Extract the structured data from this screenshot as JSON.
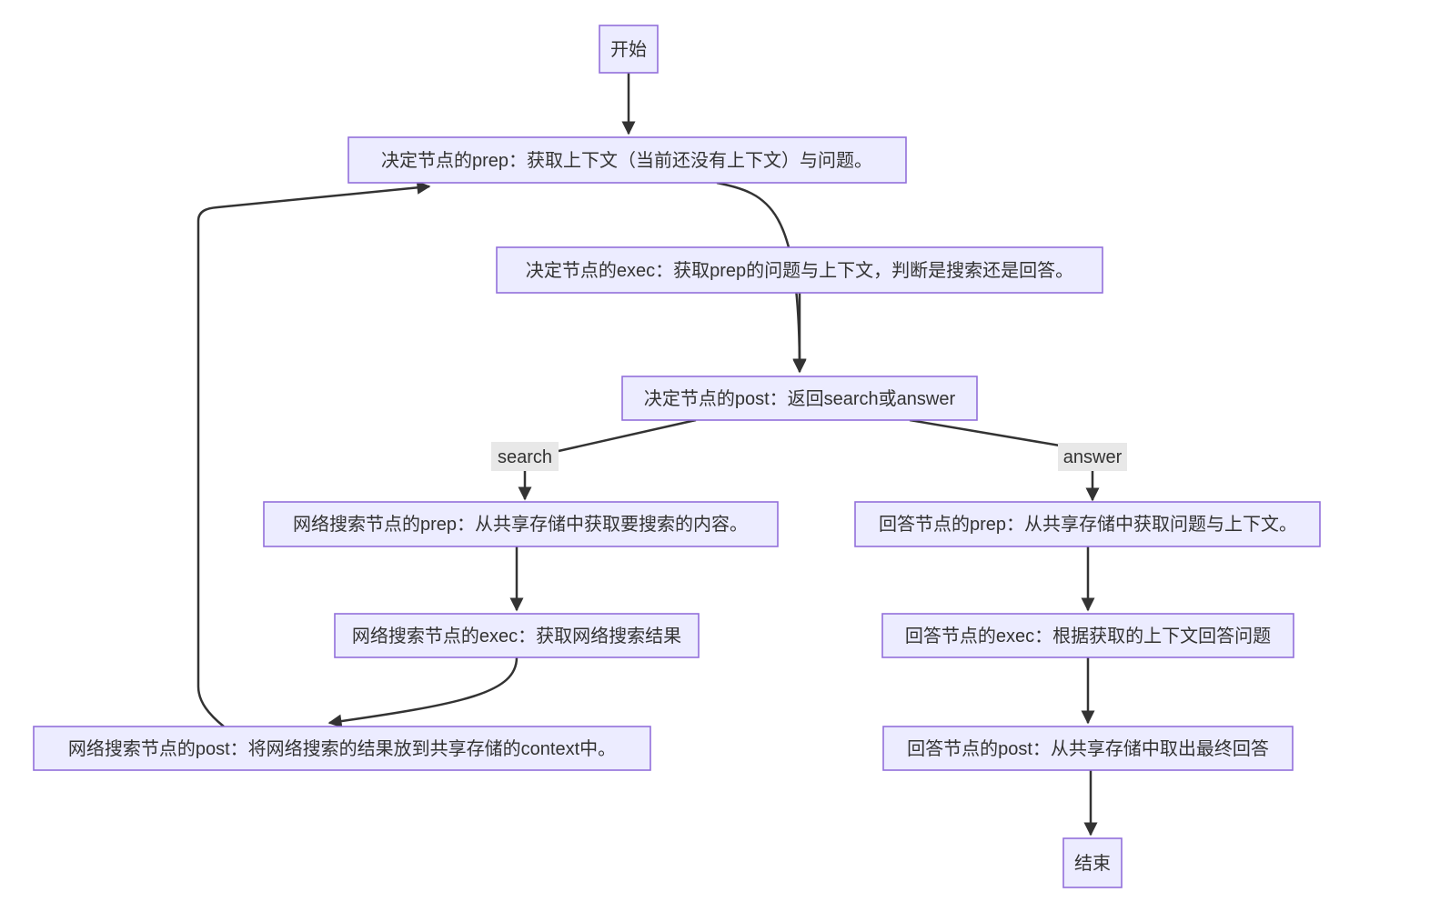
{
  "diagram": {
    "type": "flowchart",
    "direction": "top-down",
    "colors": {
      "background": "#ffffff",
      "node_fill": "#ECECFF",
      "node_border": "#9370DB",
      "node_text": "#333333",
      "edge_line": "#333333",
      "edge_label_bg": "#e8e8e8",
      "edge_label_text": "#333333"
    },
    "nodes": {
      "start": "开始",
      "decide_prep": "决定节点的prep：获取上下文（当前还没有上下文）与问题。",
      "decide_exec": "决定节点的exec：获取prep的问题与上下文，判断是搜索还是回答。",
      "decide_post": "决定节点的post：返回search或answer",
      "search_prep": "网络搜索节点的prep：从共享存储中获取要搜索的内容。",
      "search_exec": "网络搜索节点的exec：获取网络搜索结果",
      "search_post": "网络搜索节点的post：将网络搜索的结果放到共享存储的context中。",
      "answer_prep": "回答节点的prep：从共享存储中获取问题与上下文。",
      "answer_exec": "回答节点的exec：根据获取的上下文回答问题",
      "answer_post": "回答节点的post：从共享存储中取出最终回答",
      "end": "结束"
    },
    "edge_labels": {
      "search": "search",
      "answer": "answer"
    },
    "edges": [
      {
        "from": "start",
        "to": "decide_prep",
        "label": ""
      },
      {
        "from": "decide_prep",
        "to": "decide_exec",
        "label": ""
      },
      {
        "from": "decide_exec",
        "to": "decide_post",
        "label": ""
      },
      {
        "from": "decide_post",
        "to": "search_prep",
        "label": "search"
      },
      {
        "from": "decide_post",
        "to": "answer_prep",
        "label": "answer"
      },
      {
        "from": "search_prep",
        "to": "search_exec",
        "label": ""
      },
      {
        "from": "search_exec",
        "to": "search_post",
        "label": ""
      },
      {
        "from": "search_post",
        "to": "decide_prep",
        "label": ""
      },
      {
        "from": "answer_prep",
        "to": "answer_exec",
        "label": ""
      },
      {
        "from": "answer_exec",
        "to": "answer_post",
        "label": ""
      },
      {
        "from": "answer_post",
        "to": "end",
        "label": ""
      }
    ]
  }
}
